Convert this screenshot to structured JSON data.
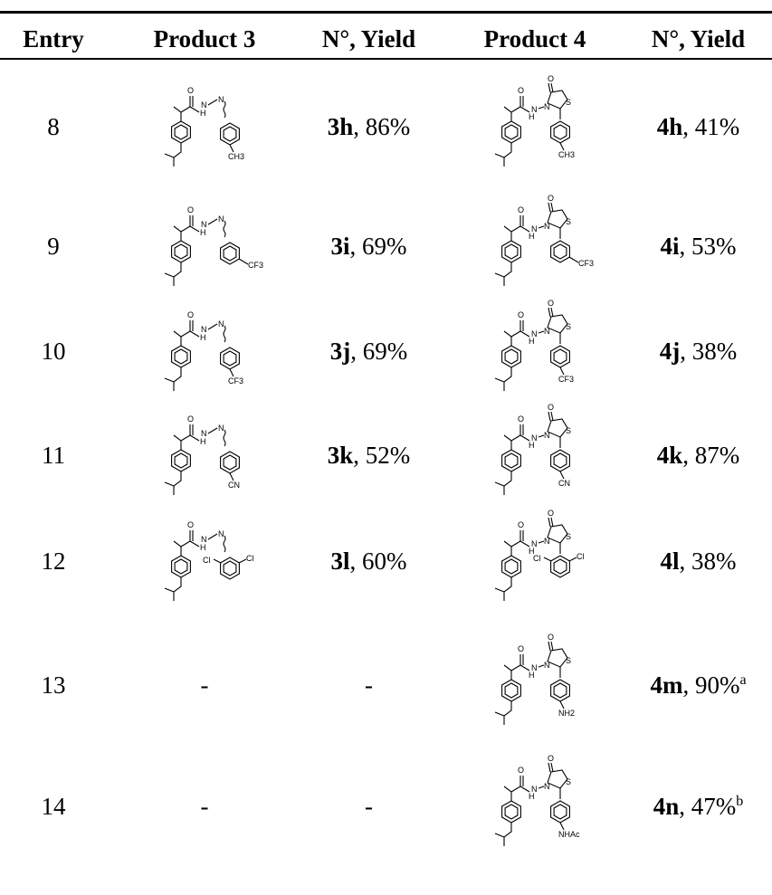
{
  "headers": {
    "entry": "Entry",
    "product3": "Product 3",
    "yield3": "N°, Yield",
    "product4": "Product 4",
    "yield4": "N°, Yield"
  },
  "rows": [
    {
      "entry": "8",
      "y3_code": "3h",
      "y3_value": ", 86%",
      "y3_note": "",
      "y4_code": "4h",
      "y4_value": ", 41%",
      "y4_note": "",
      "substituent": "CH3",
      "sub_pos": "para",
      "p3_present": true
    },
    {
      "entry": "9",
      "y3_code": "3i",
      "y3_value": ", 69%",
      "y3_note": "",
      "y4_code": "4i",
      "y4_value": ", 53%",
      "y4_note": "",
      "substituent": "CF3",
      "sub_pos": "meta",
      "p3_present": true
    },
    {
      "entry": "10",
      "y3_code": "3j",
      "y3_value": ", 69%",
      "y3_note": "",
      "y4_code": "4j",
      "y4_value": ", 38%",
      "y4_note": "",
      "substituent": "CF3",
      "sub_pos": "para",
      "p3_present": true
    },
    {
      "entry": "11",
      "y3_code": "3k",
      "y3_value": ", 52%",
      "y3_note": "",
      "y4_code": "4k",
      "y4_value": ", 87%",
      "y4_note": "",
      "substituent": "CN",
      "sub_pos": "para",
      "p3_present": true
    },
    {
      "entry": "12",
      "y3_code": "3l",
      "y3_value": ", 60%",
      "y3_note": "",
      "y4_code": "4l",
      "y4_value": ", 38%",
      "y4_note": "",
      "substituent": "Cl",
      "sub_pos": "2,6-dichloro",
      "p3_present": true
    },
    {
      "entry": "13",
      "y3_code": "",
      "y3_value": "-",
      "y3_note": "",
      "p3_dash": "-",
      "y4_code": "4m",
      "y4_value": ", 90%",
      "y4_note": "a",
      "substituent": "NH2",
      "sub_pos": "para",
      "p3_present": false
    },
    {
      "entry": "14",
      "y3_code": "",
      "y3_value": "-",
      "y3_note": "",
      "p3_dash": "-",
      "y4_code": "4n",
      "y4_value": ", 47%",
      "y4_note": "b",
      "substituent": "NHAc",
      "sub_pos": "para",
      "p3_present": false
    }
  ]
}
